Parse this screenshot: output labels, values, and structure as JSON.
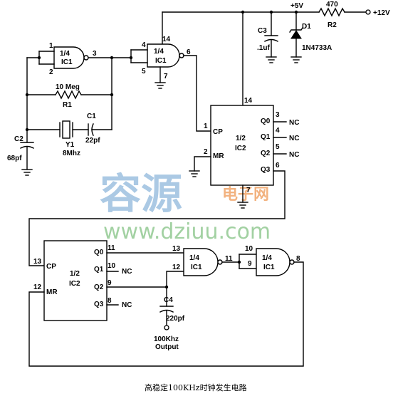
{
  "watermark": {
    "chinese": "容源",
    "chinese_small": "电子网",
    "url": "www.dziuu.com"
  },
  "caption": "高稳定100KHz时钟发生电路",
  "supply": {
    "vcc": "+5V",
    "vin": "+12V",
    "r2_value": "470",
    "r2_ref": "R2",
    "d1_ref": "D1",
    "d1_part": "1N4733A",
    "c3_ref": "C3",
    "c3_value": ".1uf"
  },
  "gate_a": {
    "label1": "1/4",
    "label2": "IC1",
    "pin_in1": "1",
    "pin_in2": "2",
    "pin_out": "3"
  },
  "gate_b": {
    "label1": "1/4",
    "label2": "IC1",
    "pin_in1": "4",
    "pin_in2": "5",
    "pin_out": "6",
    "pin_vcc": "14",
    "pin_gnd": "7"
  },
  "r1": {
    "value": "10 Meg",
    "ref": "R1"
  },
  "c1": {
    "ref": "C1",
    "value": "22pf"
  },
  "c2": {
    "ref": "C2",
    "value": "68pf"
  },
  "y1": {
    "ref": "Y1",
    "value": "8Mhz"
  },
  "counter1": {
    "label1": "1/2",
    "label2": "IC2",
    "cp": "CP",
    "mr": "MR",
    "pin_cp": "1",
    "pin_mr": "2",
    "pin_vcc": "14",
    "pin_gnd": "7",
    "q0": "Q0",
    "q1": "Q1",
    "q2": "Q2",
    "q3": "Q3",
    "pin_q0": "3",
    "pin_q1": "4",
    "pin_q2": "5",
    "pin_q3": "6",
    "nc": "NC"
  },
  "counter2": {
    "label1": "1/2",
    "label2": "IC2",
    "cp": "CP",
    "mr": "MR",
    "pin_cp": "13",
    "pin_mr": "12",
    "q0": "Q0",
    "q1": "Q1",
    "q2": "Q2",
    "q3": "Q3",
    "pin_q0": "11",
    "pin_q1": "10",
    "pin_q2": "9",
    "pin_q3": "8",
    "nc": "NC"
  },
  "gate_c": {
    "label1": "1/4",
    "label2": "IC1",
    "pin_in1": "13",
    "pin_in2": "12",
    "pin_out": "11"
  },
  "gate_d": {
    "label1": "1/4",
    "label2": "IC1",
    "pin_in1": "10",
    "pin_in2": "9",
    "pin_out": "8"
  },
  "c4": {
    "ref": "C4",
    "value": "220pf"
  },
  "output": {
    "line1": "100Khz",
    "line2": "Output"
  }
}
